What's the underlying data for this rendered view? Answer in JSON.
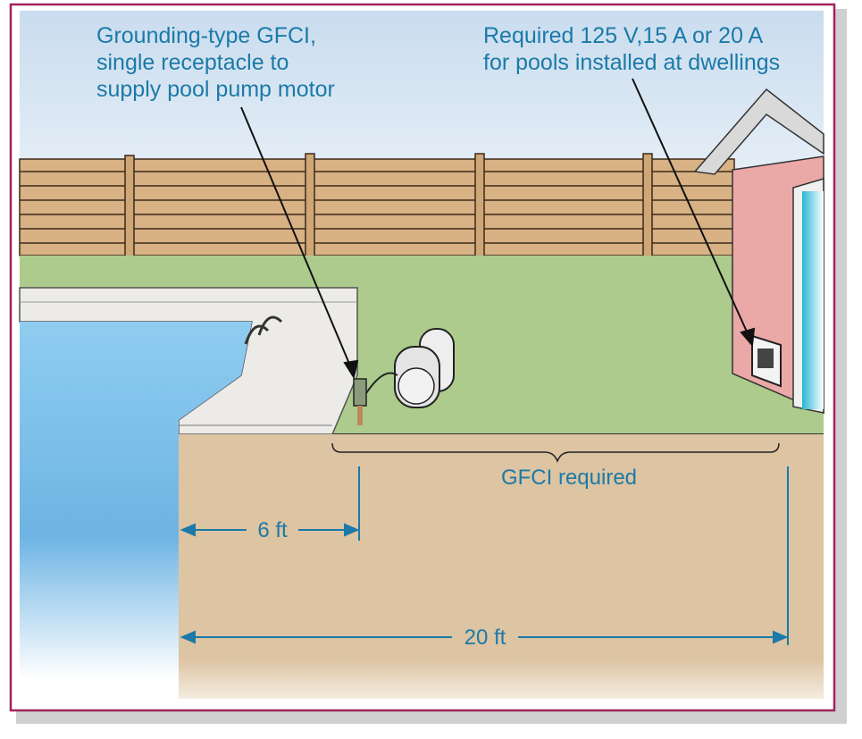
{
  "callouts": {
    "gfci_receptacle": [
      "Grounding-type GFCI,",
      "single receptacle to",
      "supply pool pump motor"
    ],
    "required_receptacle": [
      "Required 125 V,15 A or 20 A",
      "for pools installed at dwellings"
    ]
  },
  "dimensions": {
    "zone_label": "GFCI required",
    "near": "6 ft",
    "far": "20 ft"
  },
  "colors": {
    "frame": "#a3215e",
    "text": "#1b7aa8",
    "grass": "#accb8c",
    "soil": "#ddc4a2",
    "pool": "#7ec2ea",
    "house": "#eaa8a6",
    "fence": "#d8b184"
  }
}
